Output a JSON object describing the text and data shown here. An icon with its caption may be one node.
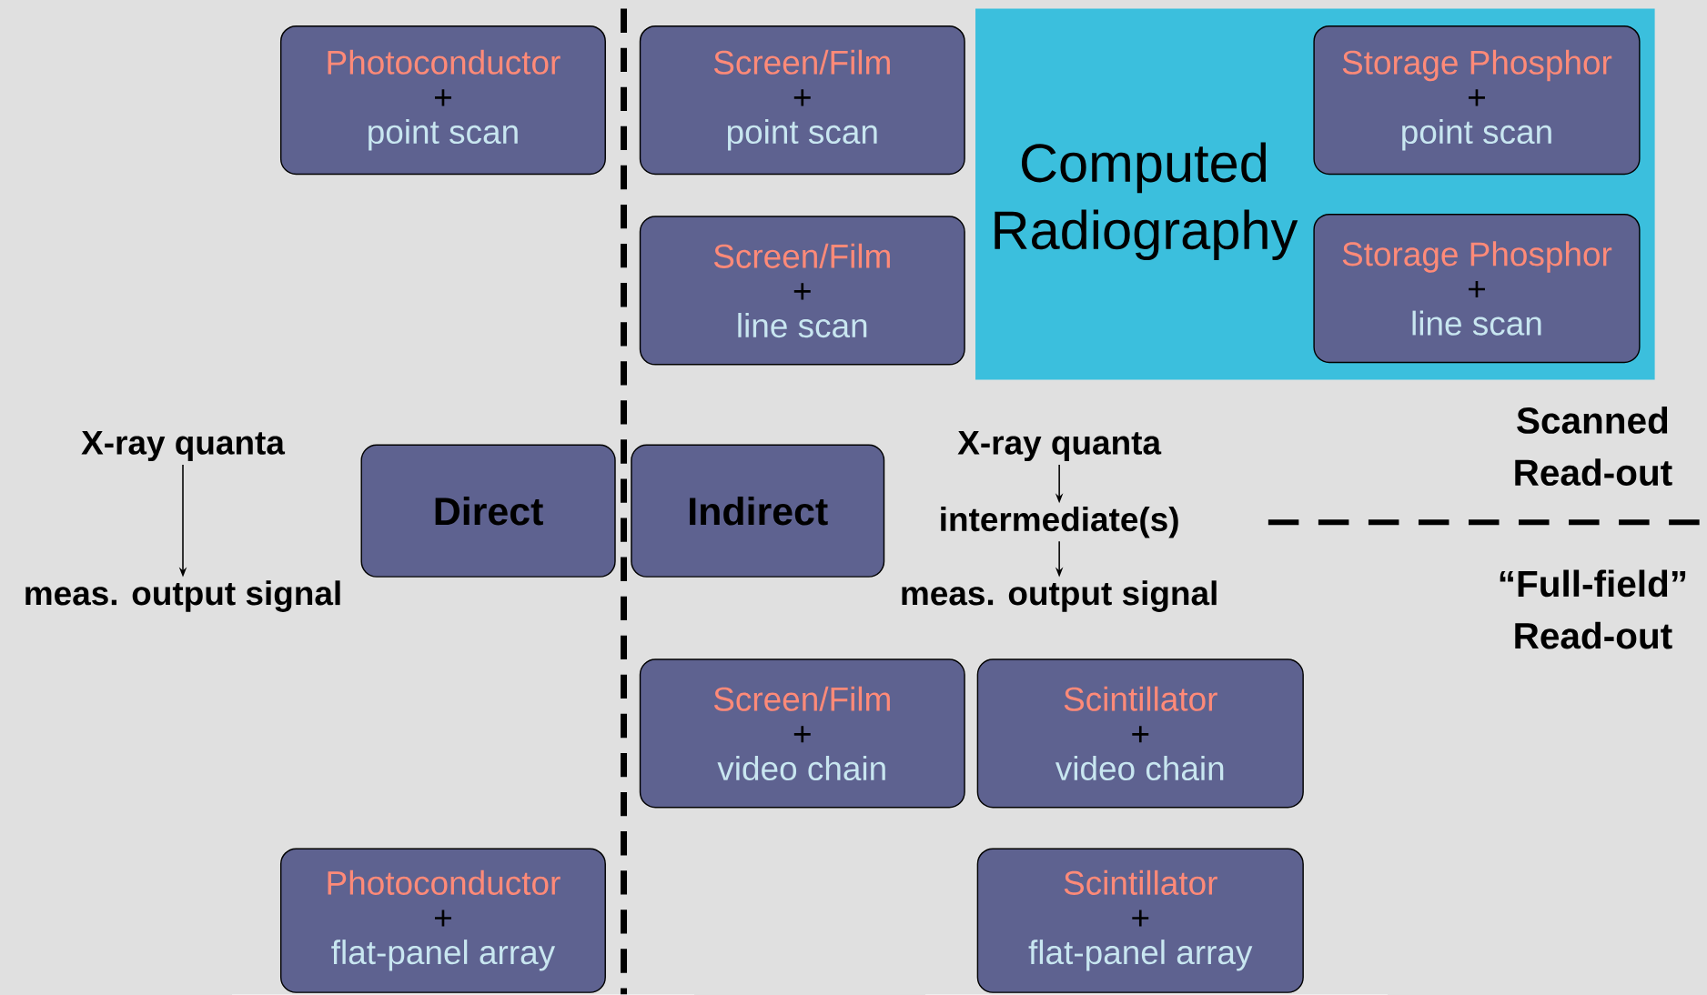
{
  "diagram": {
    "nodes": [
      {
        "text": [
          "Photoconductor",
          "+",
          "point scan"
        ]
      },
      {
        "text": [
          "Screen/Film",
          "+",
          "point scan"
        ]
      },
      {
        "text": [
          "Computed Radiography"
        ]
      },
      {
        "text": [
          "Storage Phosphor",
          "+",
          "point scan"
        ],
        "in": 2
      },
      {
        "text": [
          "Screen/Film",
          "+",
          "line scan"
        ]
      },
      {
        "text": [
          "Storage Phosphor",
          "+",
          "line scan"
        ],
        "in": 2
      },
      {
        "text": [
          "Direct"
        ]
      },
      {
        "text": [
          "Indirect"
        ]
      },
      {
        "text": [
          "Screen/Film",
          "+",
          "video chain"
        ]
      },
      {
        "text": [
          "Scintillator",
          "+",
          "video chain"
        ]
      },
      {
        "text": [
          "Photoconductor",
          "+",
          "flat-panel array"
        ]
      },
      {
        "text": [
          "Scintillator",
          "+",
          "flat-panel array"
        ]
      },
      {
        "text": [
          "X-ray quanta"
        ]
      },
      {
        "text": [
          "meas. output signal"
        ]
      },
      {
        "text": [
          "X-ray quanta"
        ]
      },
      {
        "text": [
          "intermediate(s)"
        ]
      },
      {
        "text": [
          "meas. output signal"
        ]
      }
    ],
    "edges": [
      {
        "from": 12,
        "to": 13,
        "arrow": "to"
      },
      {
        "from": 14,
        "to": 15,
        "arrow": "to"
      },
      {
        "from": 15,
        "to": 16,
        "arrow": "to"
      }
    ],
    "labels": [
      "Scanned Read-out",
      "“Full-field” Read-out"
    ]
  }
}
